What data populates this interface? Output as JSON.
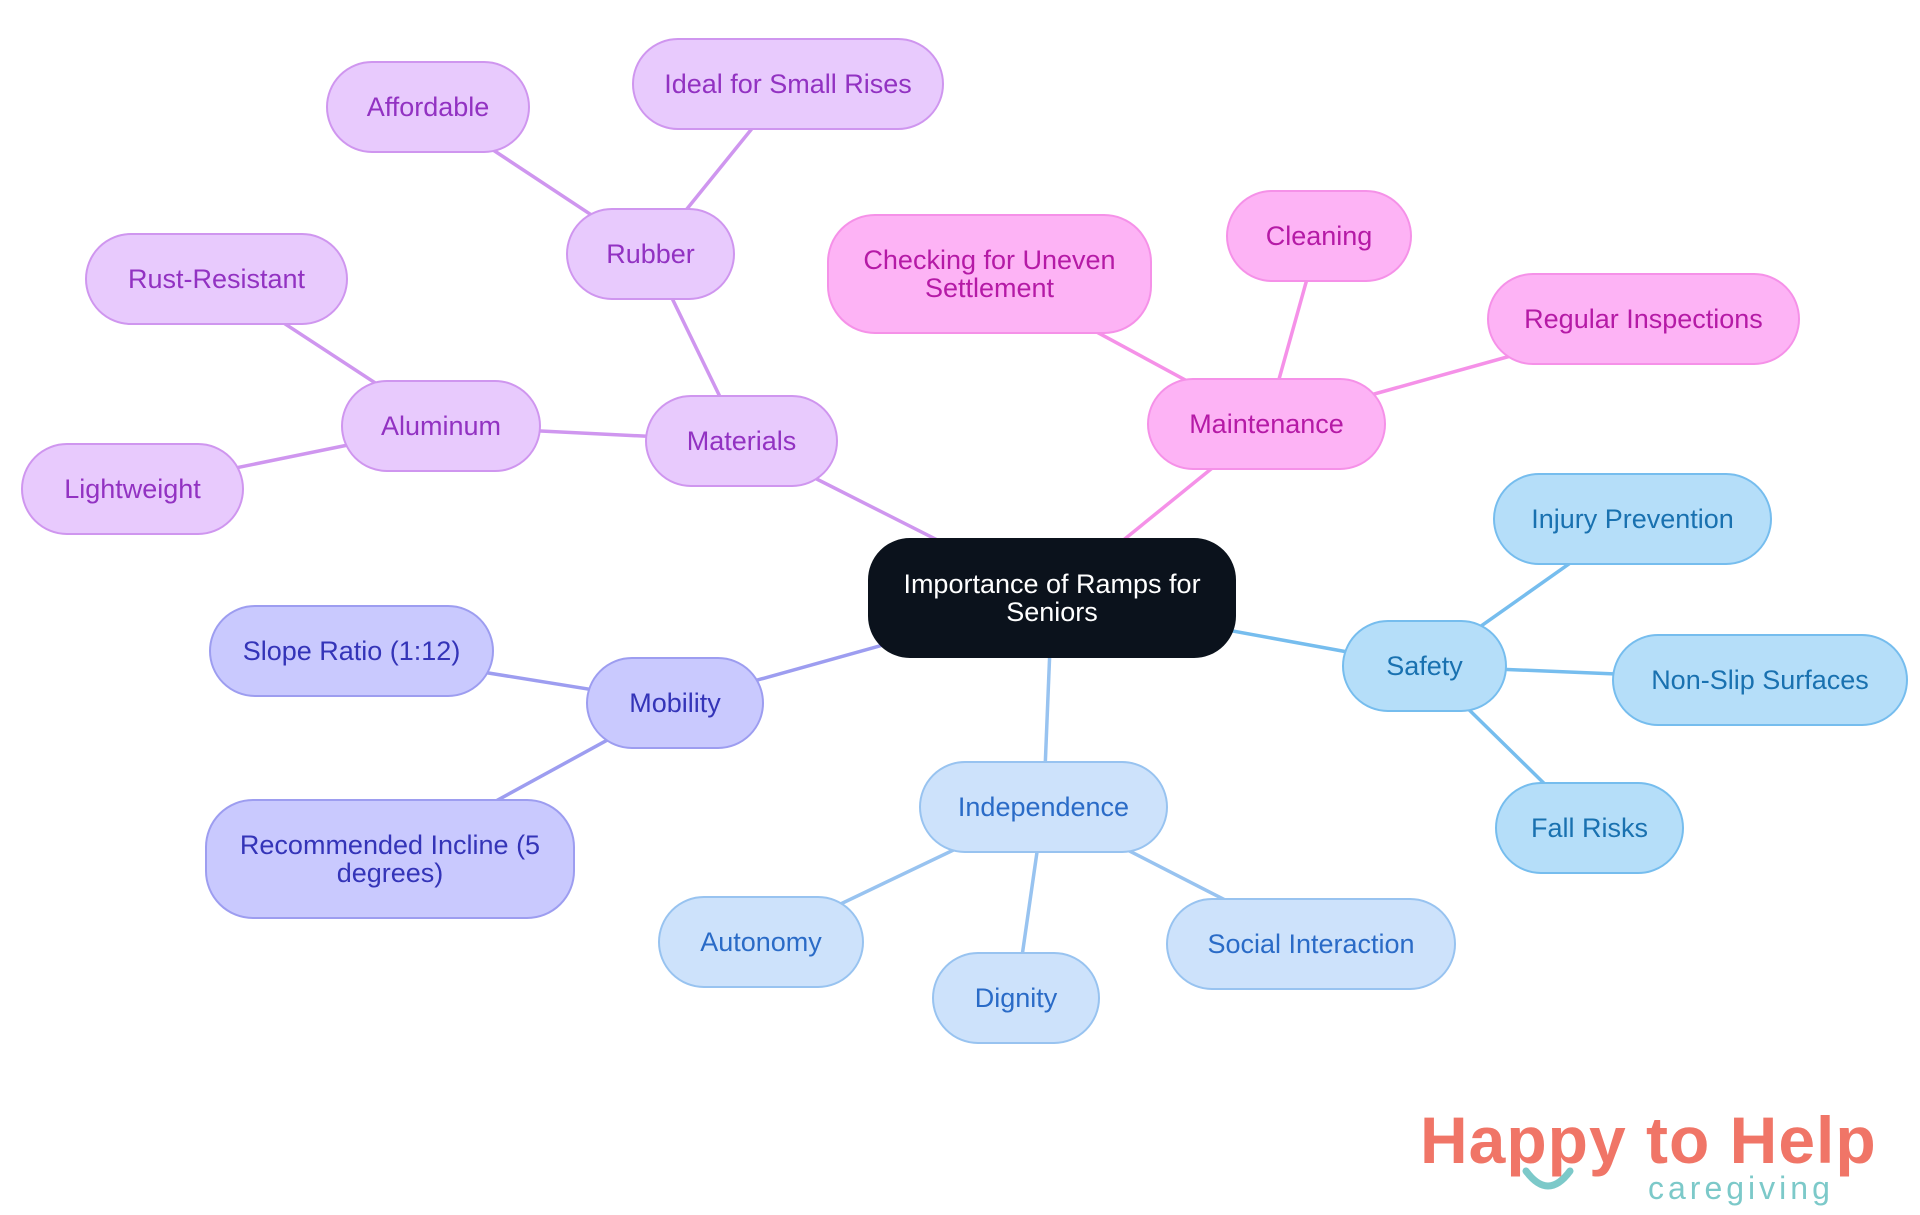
{
  "root": {
    "label": "Importance of Ramps for Seniors"
  },
  "branches": {
    "materials": {
      "label": "Materials",
      "rubber": {
        "label": "Rubber",
        "affordable": "Affordable",
        "small_rises": "Ideal for Small Rises"
      },
      "aluminum": {
        "label": "Aluminum",
        "rust": "Rust-Resistant",
        "lightweight": "Lightweight"
      }
    },
    "maintenance": {
      "label": "Maintenance",
      "uneven": "Checking for Uneven Settlement",
      "cleaning": "Cleaning",
      "inspections": "Regular Inspections"
    },
    "safety": {
      "label": "Safety",
      "injury": "Injury Prevention",
      "nonslip": "Non-Slip Surfaces",
      "fall": "Fall Risks"
    },
    "independence": {
      "label": "Independence",
      "autonomy": "Autonomy",
      "dignity": "Dignity",
      "social": "Social Interaction"
    },
    "mobility": {
      "label": "Mobility",
      "slope": "Slope Ratio (1:12)",
      "incline": "Recommended Incline (5 degrees)"
    }
  },
  "colors": {
    "materials_line": "#cf96ef",
    "maintenance_line": "#f591e8",
    "safety_line": "#76bdee",
    "independence_line": "#98c3f0",
    "mobility_line": "#9d9df0"
  },
  "logo": {
    "part1": "Happy to Help",
    "part2": "caregiving"
  }
}
